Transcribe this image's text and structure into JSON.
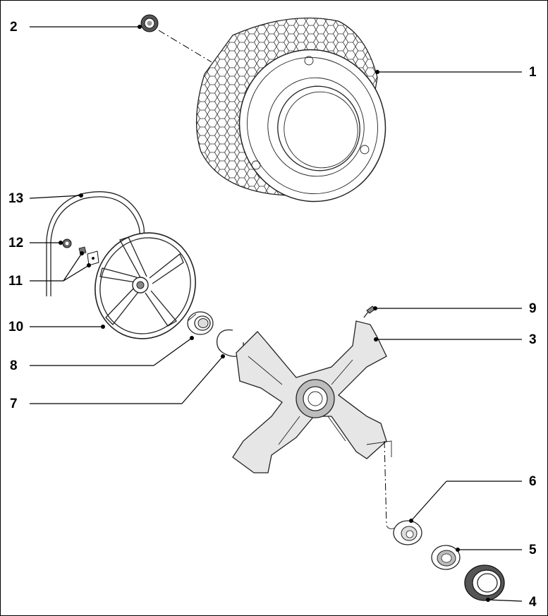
{
  "callouts": [
    {
      "id": "1",
      "label": "1"
    },
    {
      "id": "2",
      "label": "2"
    },
    {
      "id": "3",
      "label": "3"
    },
    {
      "id": "4",
      "label": "4"
    },
    {
      "id": "5",
      "label": "5"
    },
    {
      "id": "6",
      "label": "6"
    },
    {
      "id": "7",
      "label": "7"
    },
    {
      "id": "8",
      "label": "8"
    },
    {
      "id": "9",
      "label": "9"
    },
    {
      "id": "10",
      "label": "10"
    },
    {
      "id": "11",
      "label": "11"
    },
    {
      "id": "12",
      "label": "12"
    },
    {
      "id": "13",
      "label": "13"
    }
  ],
  "parts": [
    "drum",
    "seal-ring",
    "spider-arm",
    "outer-seal",
    "outer-bearing",
    "inner-bearing",
    "circlip",
    "bearing",
    "screw",
    "pulley",
    "bolt",
    "nut",
    "belt"
  ]
}
